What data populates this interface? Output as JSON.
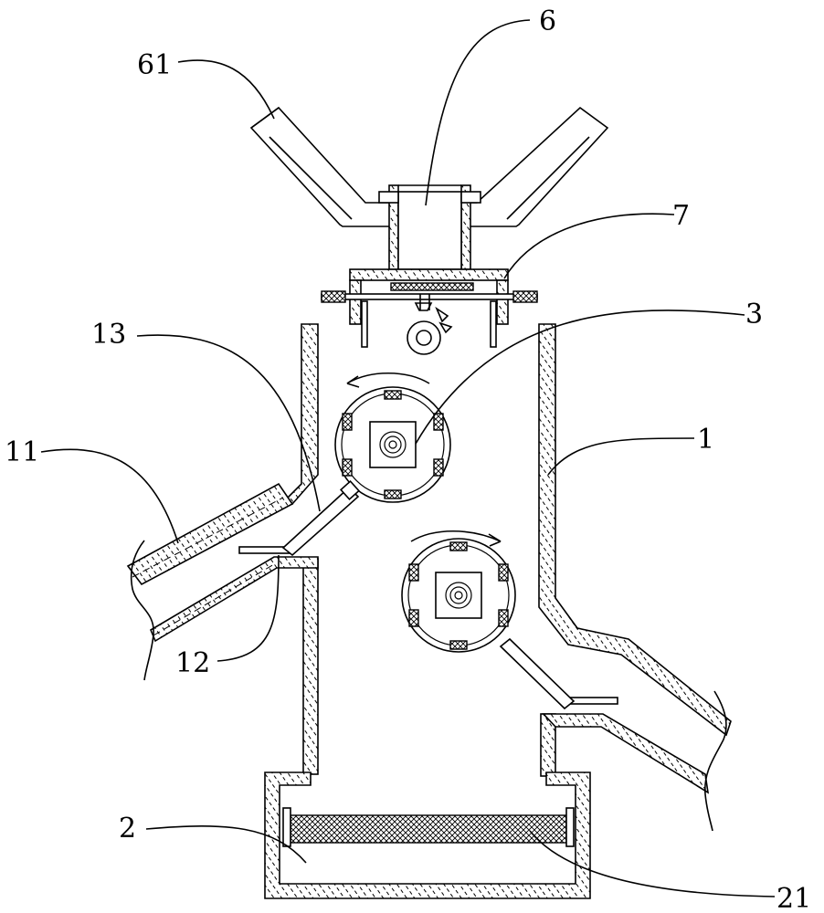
{
  "labels": {
    "l61": "61",
    "l6": "6",
    "l7": "7",
    "l3": "3",
    "l13": "13",
    "l11": "11",
    "l1": "1",
    "l12": "12",
    "l2": "2",
    "l21": "21"
  }
}
